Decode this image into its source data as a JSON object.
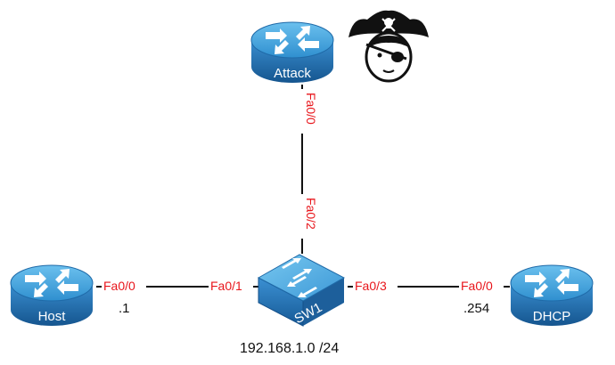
{
  "devices": {
    "attack": {
      "label": "Attack",
      "type": "router"
    },
    "host": {
      "label": "Host",
      "type": "router"
    },
    "dhcp": {
      "label": "DHCP",
      "type": "router"
    },
    "switch": {
      "label": "SW1",
      "type": "switch"
    }
  },
  "ports": {
    "attack_fa00": "Fa0/0",
    "sw_fa02": "Fa0/2",
    "host_fa00": "Fa0/0",
    "sw_fa01": "Fa0/1",
    "sw_fa03": "Fa0/3",
    "dhcp_fa00": "Fa0/0"
  },
  "addresses": {
    "host": ".1",
    "dhcp": ".254"
  },
  "network": "192.168.1.0 /24",
  "icons": {
    "attacker": "pirate-icon",
    "router": "router-icon",
    "switch": "switch-icon"
  },
  "colors": {
    "device_blue": "#2e8ccc",
    "port_label": "#e8151b",
    "link": "#111111"
  }
}
